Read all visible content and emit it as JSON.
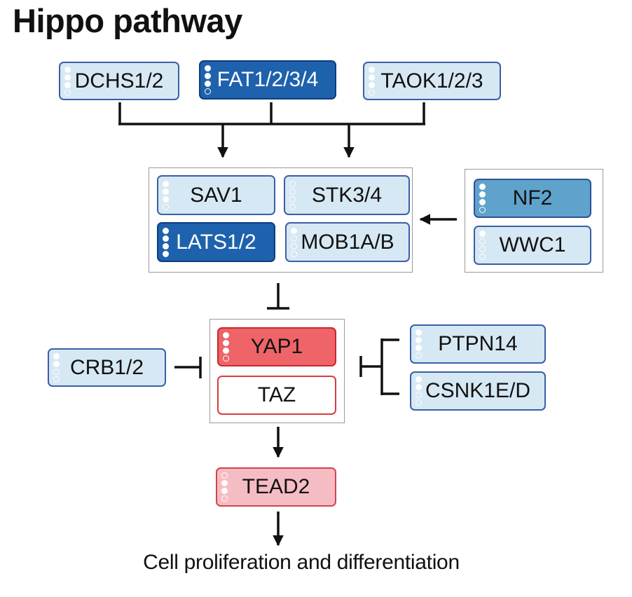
{
  "title": "Hippo pathway",
  "nodes": {
    "dchs": "DCHS1/2",
    "fat": "FAT1/2/3/4",
    "taok": "TAOK1/2/3",
    "sav1": "SAV1",
    "stk": "STK3/4",
    "lats": "LATS1/2",
    "mob1": "MOB1A/B",
    "nf2": "NF2",
    "wwc1": "WWC1",
    "crb": "CRB1/2",
    "yap1": "YAP1",
    "taz": "TAZ",
    "ptpn14": "PTPN14",
    "csnk": "CSNK1E/D",
    "tead2": "TEAD2"
  },
  "outcome": "Cell proliferation and differentiation",
  "colors": {
    "light_blue": "#d6e8f3",
    "mid_blue": "#5fa3cc",
    "dark_blue": "#1e62ad",
    "red": "#ee6468",
    "pink": "#f6bcc3",
    "border_blue": "#3a5fa5",
    "border_red": "#d93a40"
  }
}
